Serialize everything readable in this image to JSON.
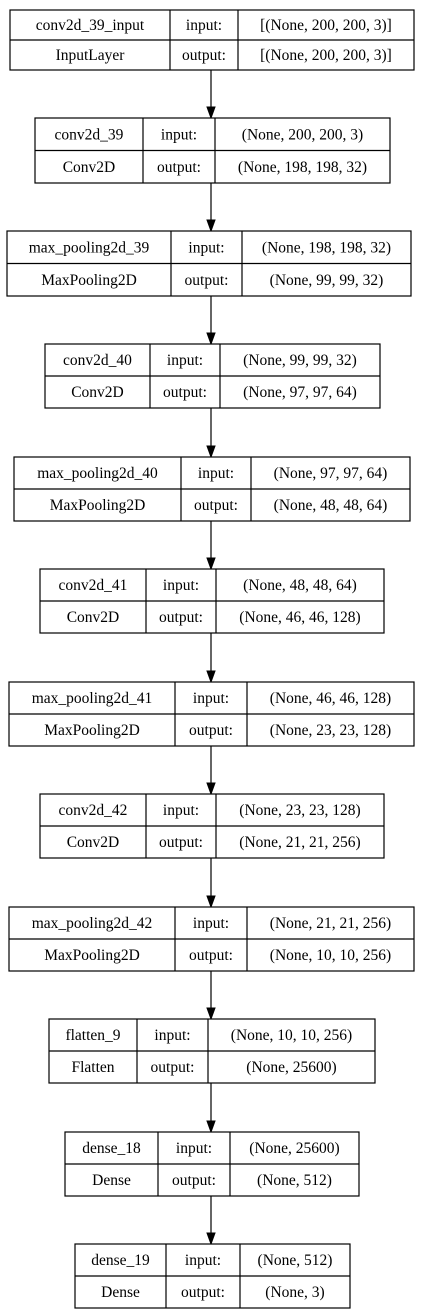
{
  "diagram": {
    "input_label": "input:",
    "output_label": "output:",
    "layers": [
      {
        "name": "conv2d_39_input",
        "type": "InputLayer",
        "input": "[(None, 200, 200, 3)]",
        "output": "[(None, 200, 200, 3)]"
      },
      {
        "name": "conv2d_39",
        "type": "Conv2D",
        "input": "(None, 200, 200, 3)",
        "output": "(None, 198, 198, 32)"
      },
      {
        "name": "max_pooling2d_39",
        "type": "MaxPooling2D",
        "input": "(None, 198, 198, 32)",
        "output": "(None, 99, 99, 32)"
      },
      {
        "name": "conv2d_40",
        "type": "Conv2D",
        "input": "(None, 99, 99, 32)",
        "output": "(None, 97, 97, 64)"
      },
      {
        "name": "max_pooling2d_40",
        "type": "MaxPooling2D",
        "input": "(None, 97, 97, 64)",
        "output": "(None, 48, 48, 64)"
      },
      {
        "name": "conv2d_41",
        "type": "Conv2D",
        "input": "(None, 48, 48, 64)",
        "output": "(None, 46, 46, 128)"
      },
      {
        "name": "max_pooling2d_41",
        "type": "MaxPooling2D",
        "input": "(None, 46, 46, 128)",
        "output": "(None, 23, 23, 128)"
      },
      {
        "name": "conv2d_42",
        "type": "Conv2D",
        "input": "(None, 23, 23, 128)",
        "output": "(None, 21, 21, 256)"
      },
      {
        "name": "max_pooling2d_42",
        "type": "MaxPooling2D",
        "input": "(None, 21, 21, 256)",
        "output": "(None, 10, 10, 256)"
      },
      {
        "name": "flatten_9",
        "type": "Flatten",
        "input": "(None, 10, 10, 256)",
        "output": "(None, 25600)"
      },
      {
        "name": "dense_18",
        "type": "Dense",
        "input": "(None, 25600)",
        "output": "(None, 512)"
      },
      {
        "name": "dense_19",
        "type": "Dense",
        "input": "(None, 512)",
        "output": "(None, 3)"
      }
    ]
  }
}
